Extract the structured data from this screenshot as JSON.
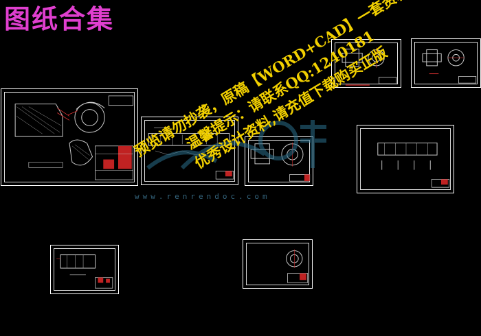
{
  "header": {
    "title": "图纸合集",
    "title_color": "#e03fcf"
  },
  "watermark": {
    "lines": [
      "预览请勿抄袭，原稿【WORD+CAD】一套资料",
      "温馨提示：请联系QQ:1240181",
      "优秀设计资料,请充值下载购买正版"
    ],
    "color": "#f2d000",
    "site": "www.renrendoc.com",
    "site_color": "#3a6f8a"
  },
  "drawings": [
    {
      "name": "drawing-sheet-top-right-1"
    },
    {
      "name": "drawing-sheet-top-right-2"
    },
    {
      "name": "drawing-sheet-large-left"
    },
    {
      "name": "drawing-sheet-center-assembly"
    },
    {
      "name": "drawing-sheet-center-part"
    },
    {
      "name": "drawing-sheet-right-assembly"
    },
    {
      "name": "drawing-sheet-bottom-left"
    },
    {
      "name": "drawing-sheet-bottom-center"
    }
  ]
}
